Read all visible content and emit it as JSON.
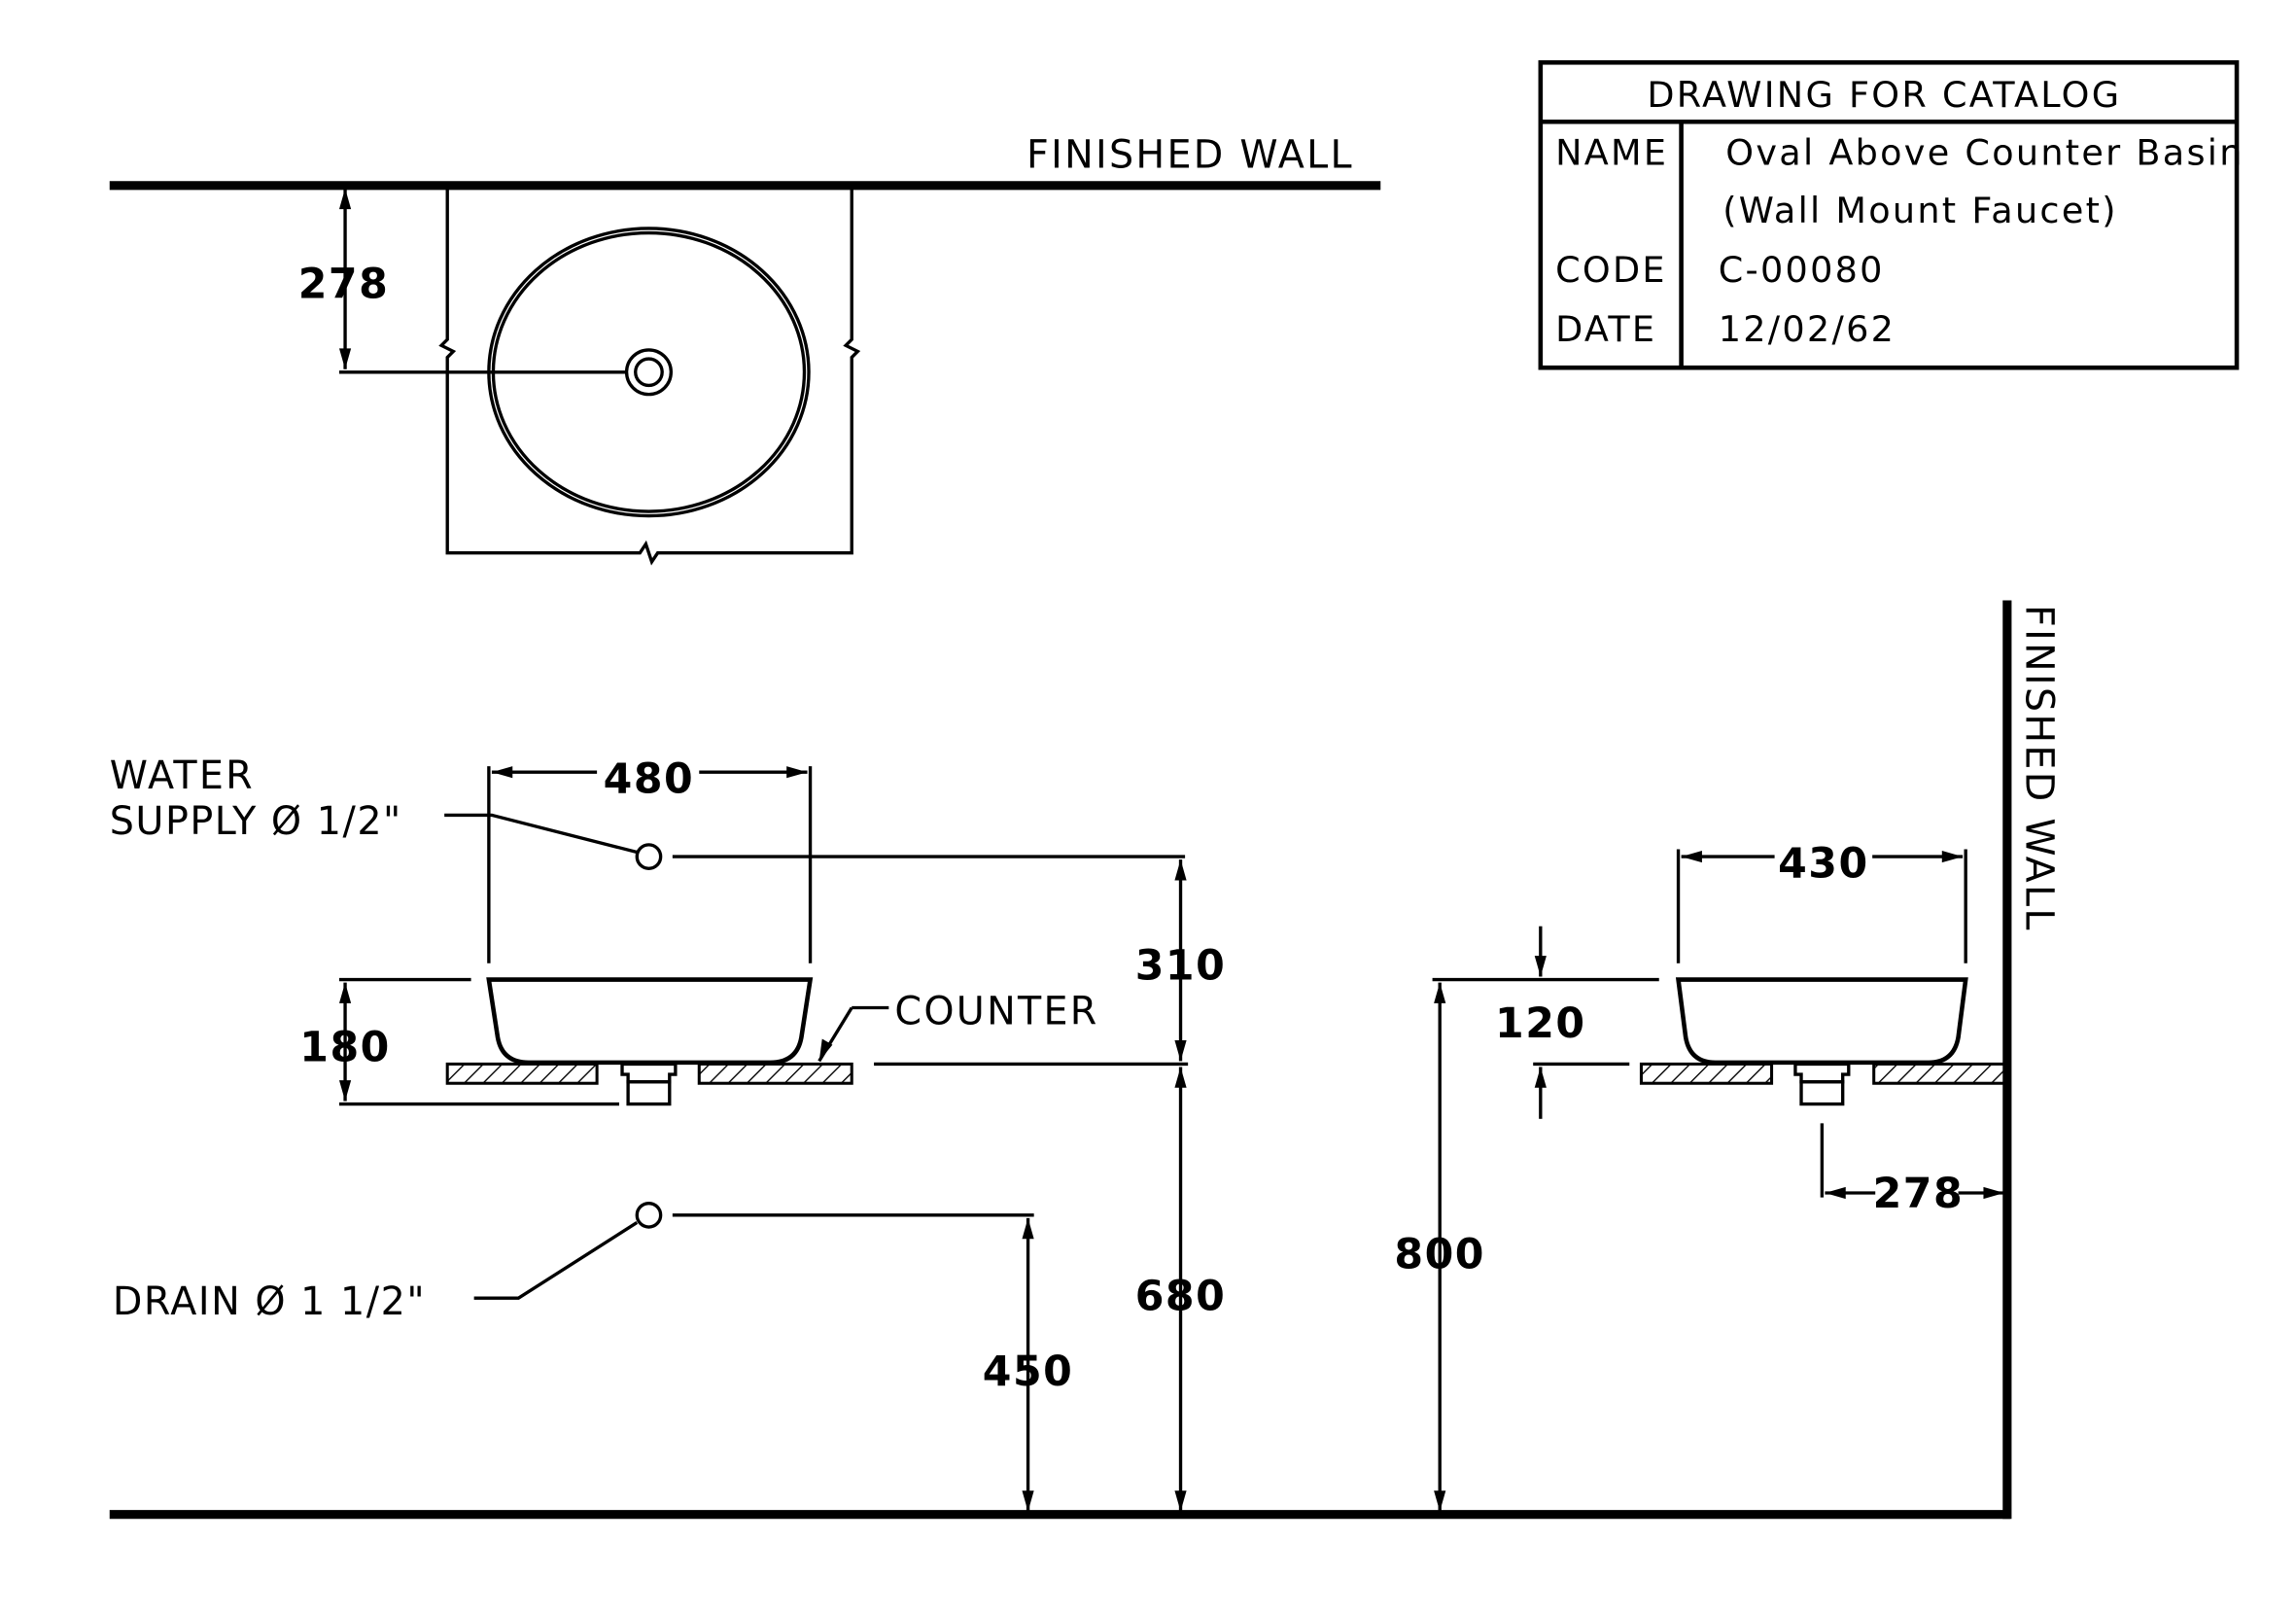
{
  "title_block": {
    "heading": "DRAWING FOR CATALOG",
    "name_label": "NAME",
    "name_line1": "Oval Above Counter Basin",
    "name_line2": "(Wall Mount Faucet)",
    "code_label": "CODE",
    "code_value": "C-00080",
    "date_label": "DATE",
    "date_value": "12/02/62"
  },
  "labels": {
    "finished_wall_top": "FINISHED WALL",
    "finished_wall_side": "FINISHED WALL",
    "water_line1": "WATER",
    "water_line2": "SUPPLY Ø 1/2\"",
    "counter": "COUNTER",
    "drain": "DRAIN Ø 1 1/2\""
  },
  "dimensions": {
    "plan_depth": "278",
    "front_width": "480",
    "basin_height": "180",
    "supply_above_counter": "310",
    "counter_height": "680",
    "drain_height": "450",
    "side_height": "800",
    "side_width": "430",
    "side_basin_height": "120",
    "drain_to_wall": "278"
  }
}
